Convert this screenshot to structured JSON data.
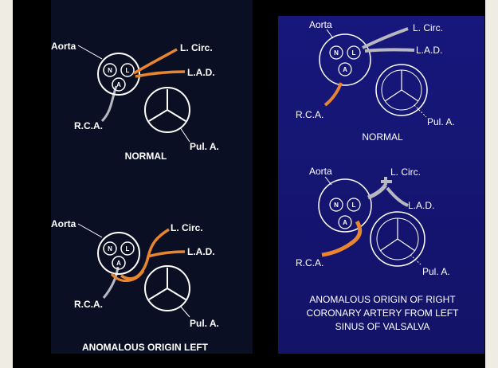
{
  "left_panel": {
    "normal": {
      "aorta": "Aorta",
      "l_circ": "L. Circ.",
      "lad": "L.A.D.",
      "rca": "R.C.A.",
      "pul_a": "Pul. A.",
      "caption": "NORMAL"
    },
    "anomalous": {
      "aorta": "Aorta",
      "l_circ": "L. Circ.",
      "lad": "L.A.D.",
      "rca": "R.C.A.",
      "pul_a": "Pul. A.",
      "caption": "ANOMALOUS ORIGIN LEFT"
    }
  },
  "right_panel": {
    "normal": {
      "aorta": "Aorta",
      "l_circ": "L. Circ.",
      "lad": "L.A.D.",
      "rca": "R.C.A.",
      "pul_a": "Pul. A.",
      "caption": "NORMAL"
    },
    "anomalous": {
      "aorta": "Aorta",
      "l_circ": "L. Circ.",
      "lad": "L.A.D.",
      "rca": "R.C.A.",
      "pul_a": "Pul. A.",
      "caption_line1": "ANOMALOUS ORIGIN OF RIGHT",
      "caption_line2": "CORONARY ARTERY FROM LEFT",
      "caption_line3": "SINUS OF VALSALVA"
    }
  },
  "cusps": {
    "n": "N",
    "l": "L",
    "a": "A"
  },
  "colors": {
    "left_background": "#0a0f24",
    "right_background": "#15167a",
    "artery_orange": "#e8852e",
    "artery_gray": "#b8b8c0",
    "outline": "#ffffff"
  }
}
